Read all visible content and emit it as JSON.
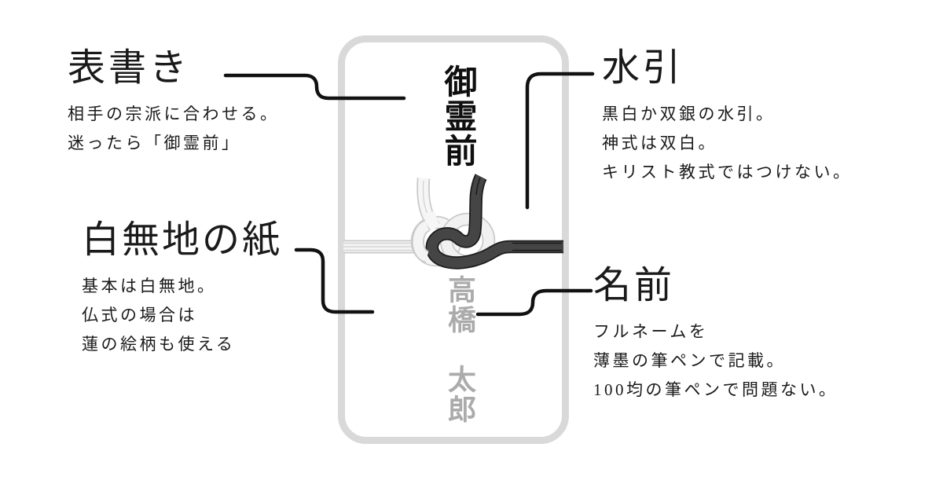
{
  "colors": {
    "background": "#ffffff",
    "text": "#1a1a1a",
    "connector": "#111111",
    "envelope_border": "#d9d9d9",
    "front_writing_ink": "#0f0f0f",
    "name_ink": "#ababab",
    "cord_white": "#f4f4f4",
    "cord_black": "#454545"
  },
  "envelope": {
    "front_writing": "御霊前",
    "name": "高橋　太郎"
  },
  "annotations": [
    {
      "id": "omotegaki",
      "title": "表書き",
      "lines": [
        "相手の宗派に合わせる。",
        "迷ったら「御霊前」"
      ]
    },
    {
      "id": "mizuhiki",
      "title": "水引",
      "lines": [
        "黒白か双銀の水引。",
        "神式は双白。",
        "キリスト教式ではつけない。"
      ]
    },
    {
      "id": "shiromuji",
      "title": "白無地の紙",
      "lines": [
        "基本は白無地。",
        "仏式の場合は",
        "蓮の絵柄も使える"
      ]
    },
    {
      "id": "namae",
      "title": "名前",
      "lines": [
        "フルネームを",
        "薄墨の筆ペンで記載。",
        "100均の筆ペンで問題ない。"
      ]
    }
  ],
  "icons": {
    "mizuhiki_knot": "awaji-knot-black-white-cords"
  }
}
